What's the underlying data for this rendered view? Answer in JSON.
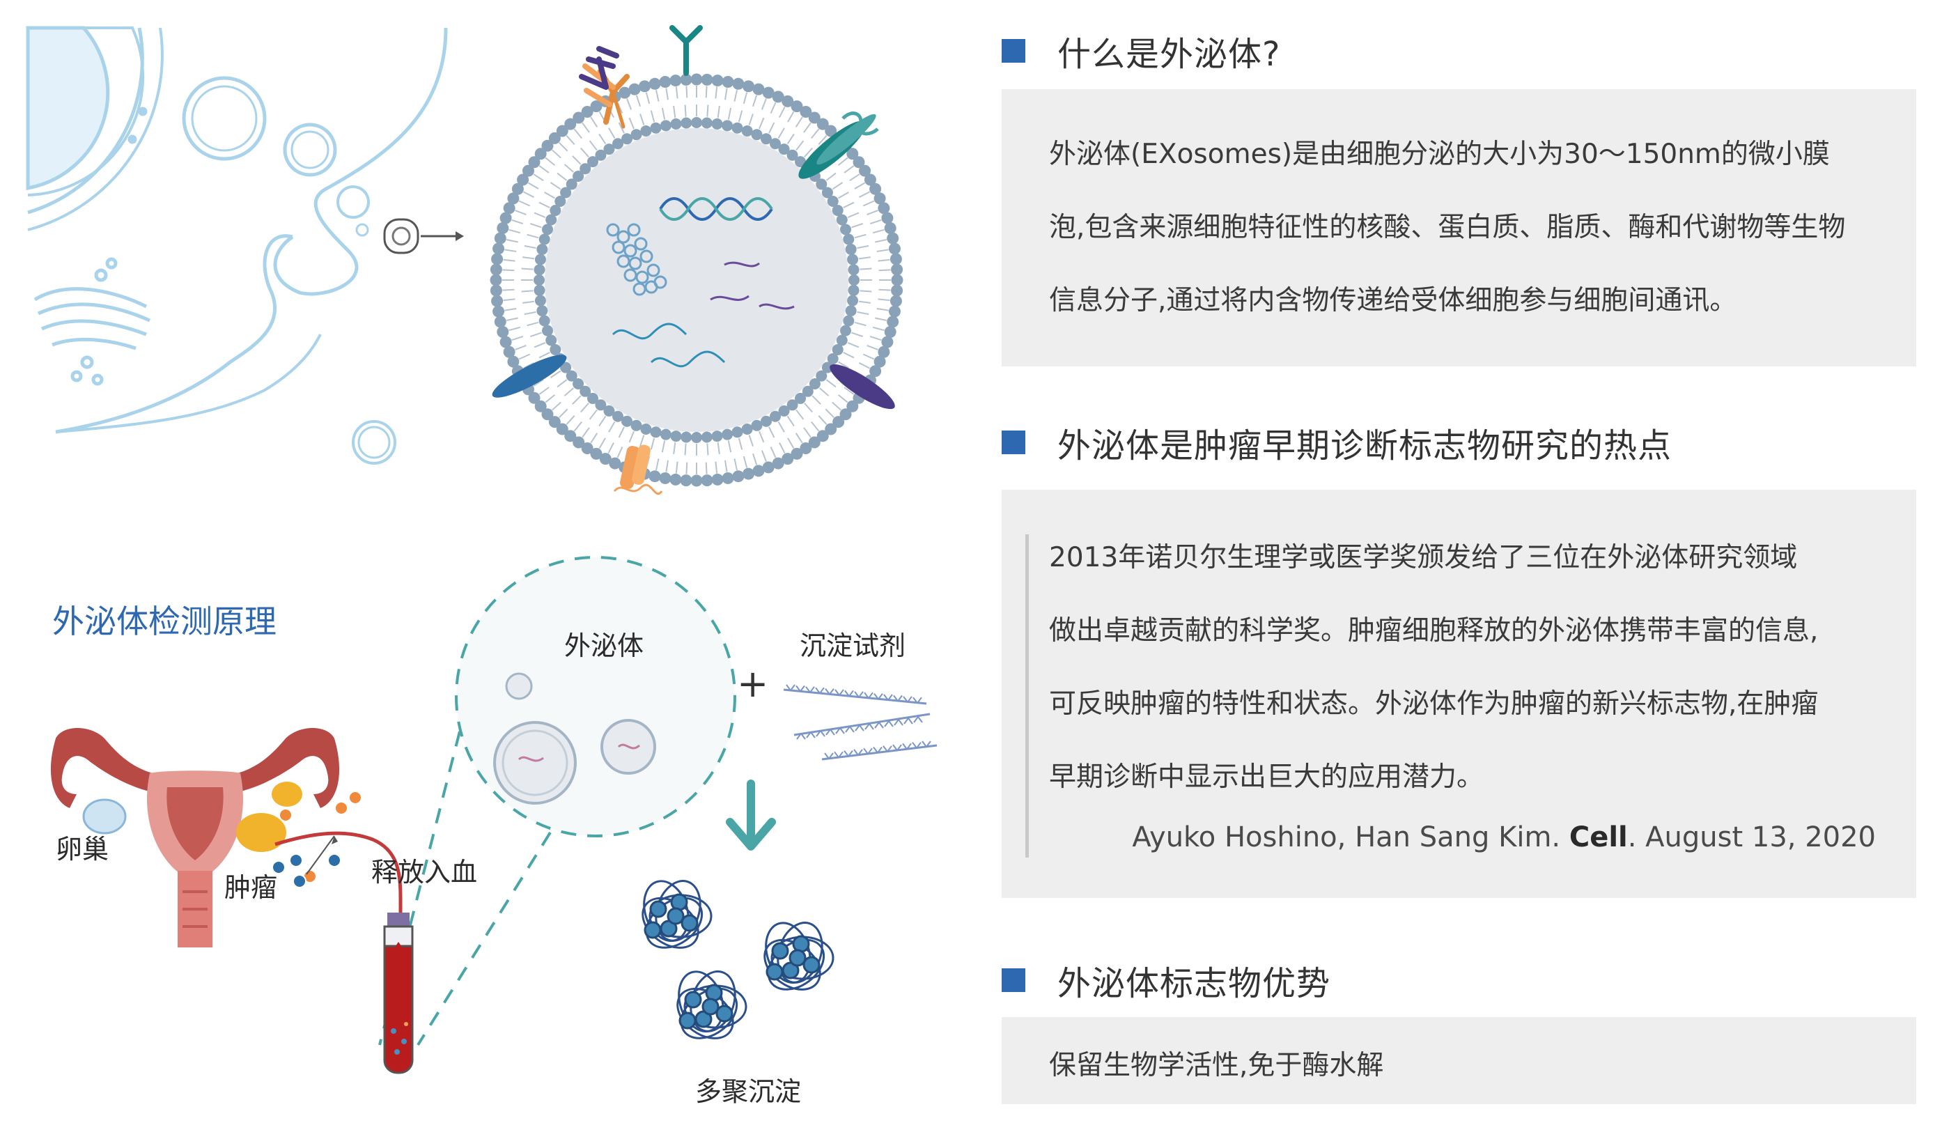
{
  "colors": {
    "accent_blue": "#2d68b0",
    "panel_gray": "#eeeeee",
    "cell_line": "#a9d3ea",
    "membrane_dot": "#8aa2b8",
    "teal": "#4aa5a7",
    "uterus_red": "#b84a45",
    "tumor_yellow": "#f1b32b"
  },
  "diagram_labels": {
    "section_title": "外泌体检测原理",
    "exosome": "外泌体",
    "reagent": "沉淀试剂",
    "plus": "+",
    "polymer": "多聚沉淀",
    "ovary": "卵巢",
    "tumor": "肿瘤",
    "release": "释放入血"
  },
  "icons": {
    "section_bullet": "blue-square-icon",
    "flow_arrow": "down-arrow-icon"
  },
  "sections": [
    {
      "heading": "什么是外泌体?",
      "lines": [
        "外泌体(EXosomes)是由细胞分泌的大小为30～150nm的微小膜",
        "泡,包含来源细胞特征性的核酸、蛋白质、脂质、酶和代谢物等生物",
        "信息分子,通过将内含物传递给受体细胞参与细胞间通讯。"
      ]
    },
    {
      "heading": "外泌体是肿瘤早期诊断标志物研究的热点",
      "lines": [
        "2013年诺贝尔生理学或医学奖颁发给了三位在外泌体研究领域",
        "做出卓越贡献的科学奖。肿瘤细胞释放的外泌体携带丰富的信息,",
        "可反映肿瘤的特性和状态。外泌体作为肿瘤的新兴标志物,在肿瘤",
        "早期诊断中显示出巨大的应用潜力。"
      ],
      "citation": {
        "authors": "Ayuko Hoshino, Han Sang Kim. ",
        "journal": "Cell",
        "date": ". August 13, 2020"
      }
    },
    {
      "heading": "外泌体标志物优势",
      "lines": [
        "保留生物学活性,免于酶水解"
      ]
    }
  ]
}
